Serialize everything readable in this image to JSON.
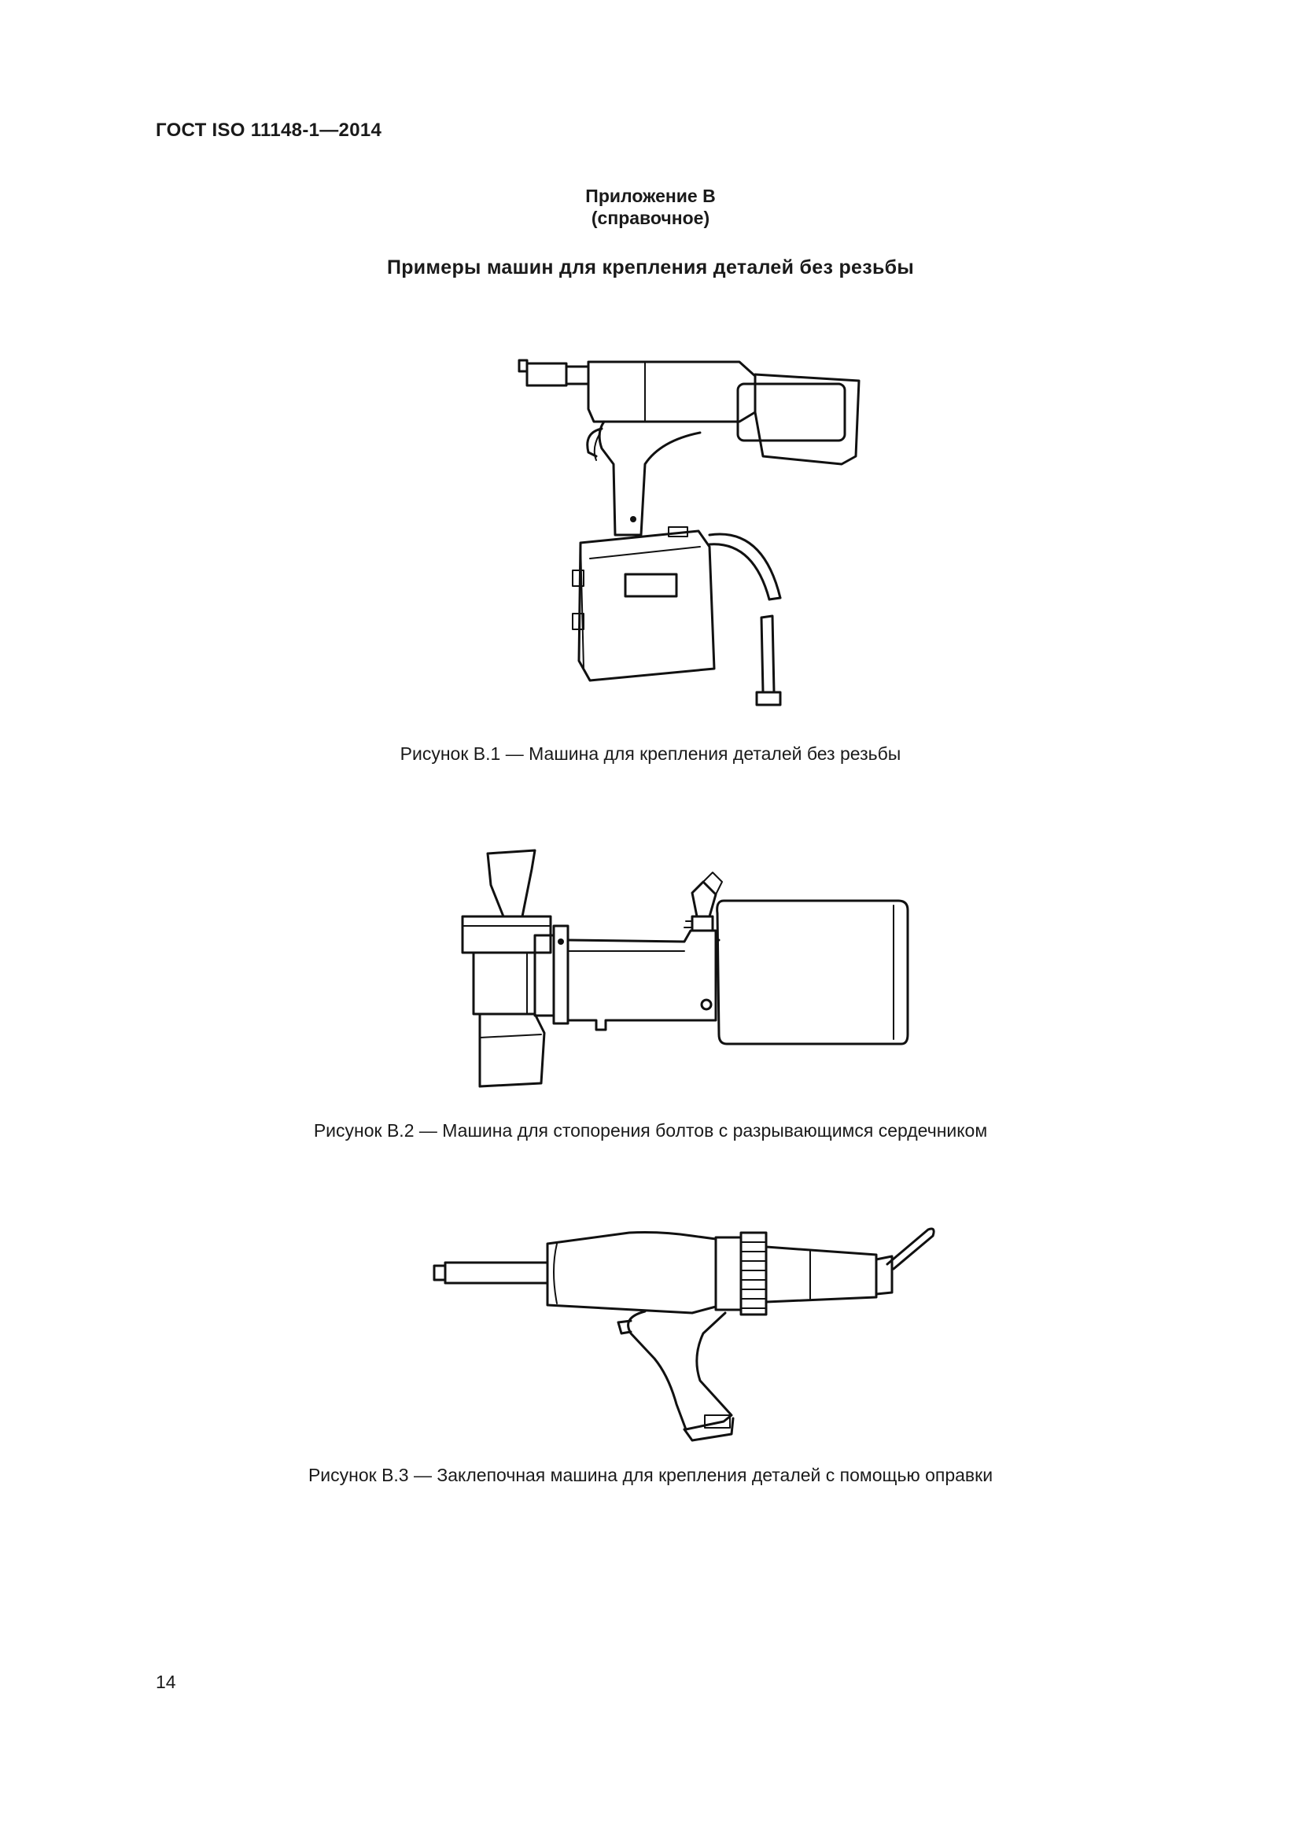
{
  "header": {
    "doc_code": "ГОСТ ISO 11148-1—2014"
  },
  "annex": {
    "title": "Приложение В",
    "status": "(справочное)"
  },
  "section": {
    "title": "Примеры машин для крепления деталей без резьбы"
  },
  "figures": [
    {
      "caption": "Рисунок В.1 — Машина для крепления деталей без резьбы"
    },
    {
      "caption": "Рисунок В.2 — Машина для стопорения болтов с разрывающимся сердечником"
    },
    {
      "caption": "Рисунок В.3 — Заклепочная машина для крепления деталей с помощью оправки"
    }
  ],
  "footer": {
    "page_number": "14"
  }
}
